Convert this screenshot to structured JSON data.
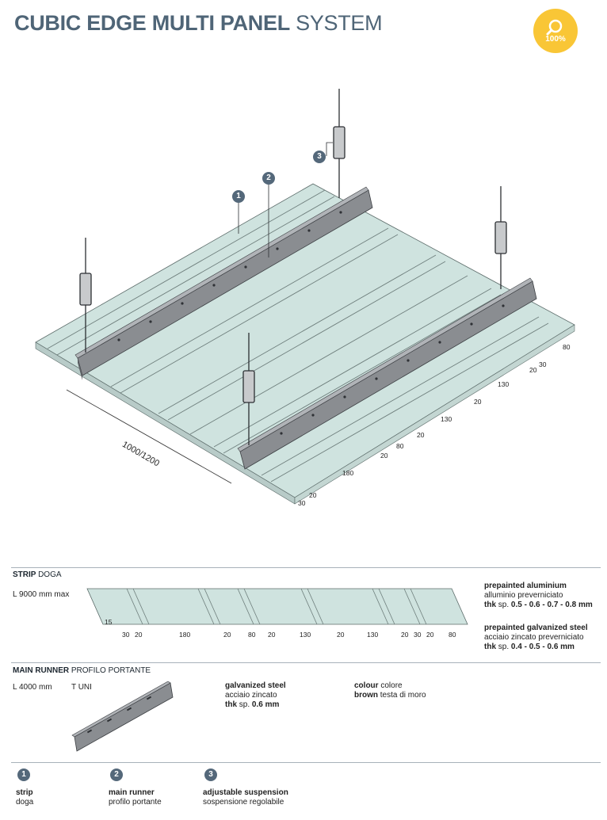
{
  "title": {
    "bold": "CUBIC EDGE MULTI PANEL",
    "light": "SYSTEM"
  },
  "badge": {
    "icon": "magnifier-icon",
    "text": "100%",
    "color": "#f9c636"
  },
  "callouts": [
    "1",
    "2",
    "3"
  ],
  "drawing": {
    "length_label": "1000/1200",
    "right_dims": [
      "80",
      "30",
      "20",
      "130",
      "20",
      "130",
      "20",
      "80",
      "20",
      "180",
      "20",
      "30"
    ]
  },
  "strip": {
    "heading": "STRIP",
    "heading_it": "DOGA",
    "length": "L 9000 mm max",
    "height_dim": "15",
    "dims": [
      "30",
      "20",
      "180",
      "20",
      "80",
      "20",
      "130",
      "20",
      "130",
      "20",
      "30",
      "20",
      "80"
    ],
    "material1": {
      "name": "prepainted aluminium",
      "name_it": "alluminio preverniciato",
      "thk_label": "thk",
      "thk_sp": "sp.",
      "thk_values": "0.5 - 0.6 - 0.7 - 0.8 mm"
    },
    "material2": {
      "name": "prepainted galvanized steel",
      "name_it": "acciaio zincato preverniciato",
      "thk_label": "thk",
      "thk_sp": "sp.",
      "thk_values": "0.4 - 0.5 - 0.6 mm"
    }
  },
  "runner": {
    "heading": "MAIN RUNNER",
    "heading_it": "PROFILO PORTANTE",
    "length": "L 4000 mm",
    "type": "T UNI",
    "material": {
      "name": "galvanized steel",
      "name_it": "acciaio zincato",
      "thk_label": "thk",
      "thk_sp": "sp.",
      "thk_values": "0.6 mm"
    },
    "colour": {
      "label": "colour",
      "label_it": "colore",
      "value": "brown",
      "value_it": "testa di moro"
    }
  },
  "legend": [
    {
      "num": "1",
      "en": "strip",
      "it": "doga"
    },
    {
      "num": "2",
      "en": "main runner",
      "it": "profilo portante"
    },
    {
      "num": "3",
      "en": "adjustable suspension",
      "it": "sospensione regolabile"
    }
  ],
  "colors": {
    "accent": "#54687a",
    "panel": "#cfe3df",
    "runner": "#8a8d91"
  }
}
